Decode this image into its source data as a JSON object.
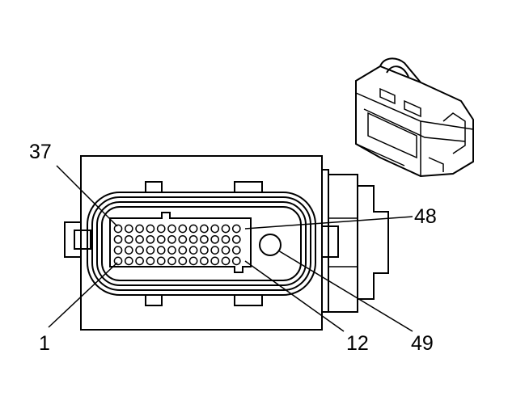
{
  "colors": {
    "line": "#000000",
    "background": "#ffffff"
  },
  "labels": {
    "pin_37": "37",
    "pin_48": "48",
    "pin_1": "1",
    "pin_12": "12",
    "pin_49": "49"
  },
  "connector": {
    "rows": 4,
    "columns": 12,
    "cavity_count": 48,
    "large_cavity_count": 1
  }
}
